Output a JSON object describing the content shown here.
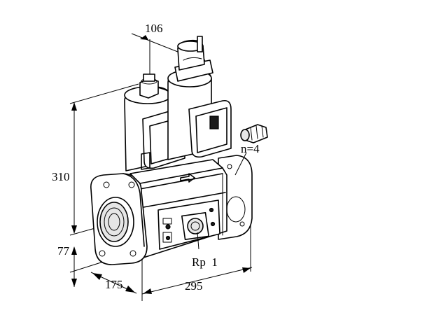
{
  "dimensions": {
    "top_width": "106",
    "height_total": "310",
    "height_lower": "77",
    "depth": "175",
    "length": "295"
  },
  "labels": {
    "flange_holes": "n=4",
    "port_thread": "Rp  1"
  }
}
